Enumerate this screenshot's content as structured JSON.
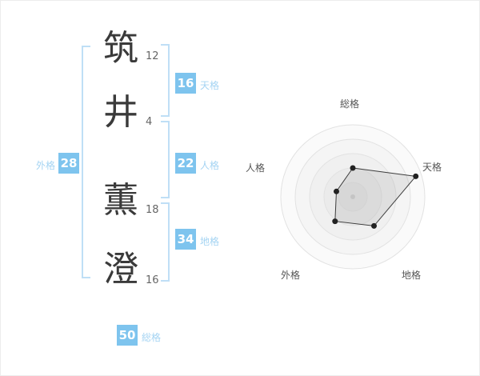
{
  "name": {
    "characters": [
      {
        "char": "筑",
        "strokes": "12"
      },
      {
        "char": "井",
        "strokes": "4"
      },
      {
        "char": "薫",
        "strokes": "18"
      },
      {
        "char": "澄",
        "strokes": "16"
      }
    ]
  },
  "grids": {
    "tenkaku": {
      "label": "天格",
      "value": "16"
    },
    "jinkaku": {
      "label": "人格",
      "value": "22"
    },
    "chikaku": {
      "label": "地格",
      "value": "34"
    },
    "gaikaku": {
      "label": "外格",
      "value": "28"
    },
    "soukaku": {
      "label": "総格",
      "value": "50"
    }
  },
  "colors": {
    "badge_blue": "#7ec4ee",
    "label_blue": "#a5d4f3",
    "bracket_blue": "#bfdff6",
    "kanji_text": "#3a3a3a",
    "stroke_count_text": "#666666",
    "ring_stroke": "#e2e2e2",
    "polygon_stroke": "#3c3c3c"
  },
  "chart_data": {
    "type": "radar",
    "title": "",
    "axes": [
      "総格",
      "天格",
      "地格",
      "外格",
      "人格"
    ],
    "values": [
      0.4,
      0.92,
      0.5,
      0.42,
      0.24
    ],
    "scale": "relative: 0 = center, 1 = outer ring (no numeric ticks shown)",
    "rings": 5,
    "legend": "none"
  }
}
